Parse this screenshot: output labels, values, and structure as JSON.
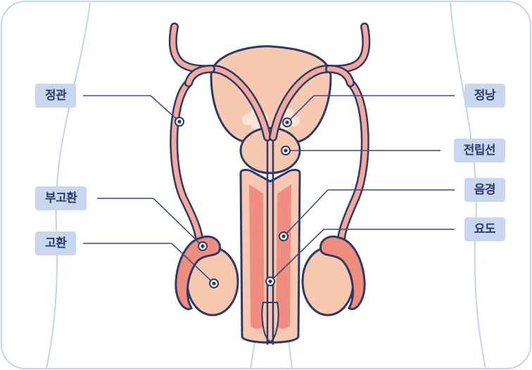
{
  "labels": {
    "vas_deferens": "정관",
    "epididymis": "부고환",
    "testis": "고환",
    "seminal_vesicle": "정낭",
    "prostate": "전립선",
    "penis": "음경",
    "urethra": "요도"
  },
  "colors": {
    "outline": "#2b3a6b",
    "skin_fill": "#f8c8b0",
    "dark_tissue": "#ef8e7e",
    "label_bg": "#c8d6ef",
    "body_contour": "#c3d2ee",
    "leader_line": "#3b4a86"
  }
}
